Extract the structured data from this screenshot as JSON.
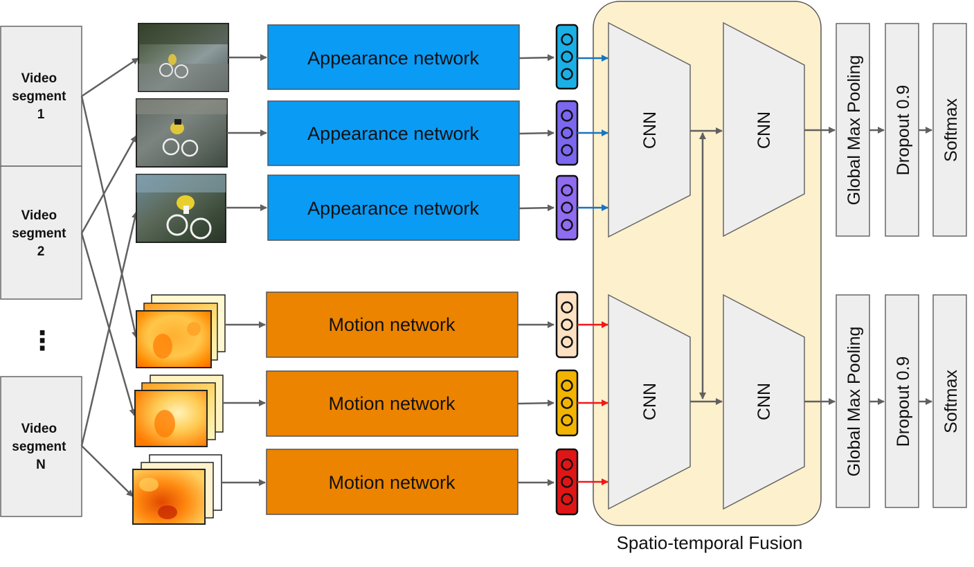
{
  "segments": [
    {
      "lines": [
        "Video",
        "segment",
        "1"
      ]
    },
    {
      "lines": [
        "Video",
        "segment",
        "2"
      ]
    },
    {
      "lines": [
        "Video",
        "segment",
        "N"
      ]
    }
  ],
  "ellipsis": "⋮",
  "appearance_label": "Appearance network",
  "motion_label": "Motion network",
  "cnn_label": "CNN",
  "fusion_label": "Spatio-temporal Fusion",
  "outputs": [
    "Global Max Pooling",
    "Dropout 0.9",
    "Softmax"
  ],
  "colors": {
    "appearance": "#0a9bf5",
    "motion": "#ec8400",
    "fusion_bg": "#fdf0cd",
    "segment_bg": "#eeeeee",
    "cnn_fill": "#eeeeee",
    "output_bg": "#eeeeee",
    "feature_app_1": "#1ab0e6",
    "feature_app_2": "#7b68ee",
    "feature_app_3": "#8f6cf0",
    "feature_mot_1": "#fde1c2",
    "feature_mot_2": "#f2b400",
    "feature_mot_3": "#e01515",
    "arrow_app": "#1873c2",
    "arrow_mot": "#f01818"
  }
}
